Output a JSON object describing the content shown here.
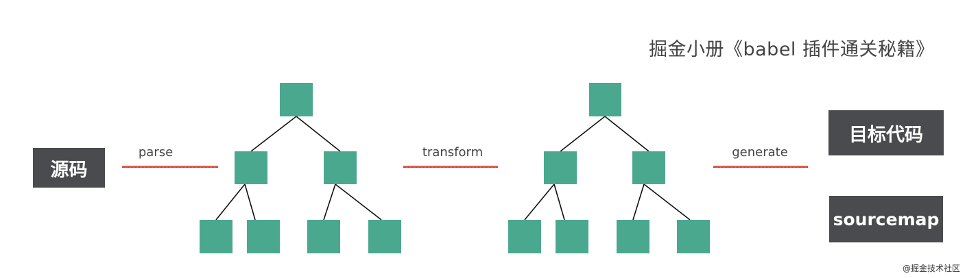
{
  "title": "掘金小册《babel 插件通关秘籍》",
  "source_label": "源码",
  "steps": {
    "parse": "parse",
    "transform": "transform",
    "generate": "generate"
  },
  "outputs": {
    "target": "目标代码",
    "sourcemap": "sourcemap"
  },
  "watermark": "@掘金技术社区",
  "colors": {
    "node": "#4aa88e",
    "dark_box": "#4a4b4e",
    "underline": "#e05a4a"
  }
}
